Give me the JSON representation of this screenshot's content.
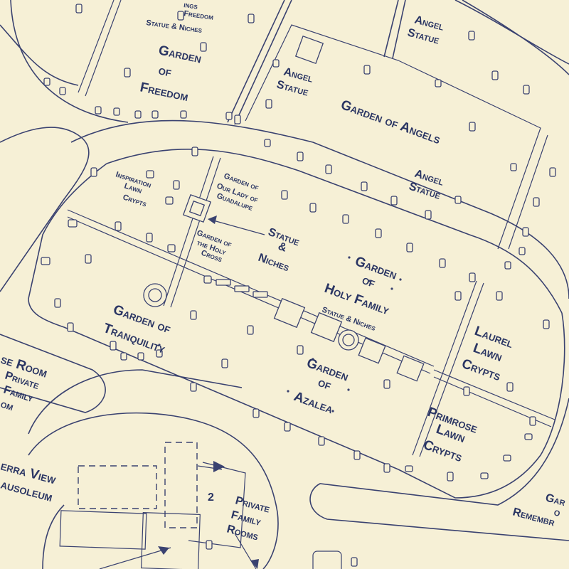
{
  "labels": {
    "statue_niches_top": "Statue & Niches",
    "freedom_top": "Freedom",
    "springs": "ings",
    "garden_of_freedom": [
      "Garden",
      "of",
      "Freedom"
    ],
    "angel_statue_1": [
      "Angel",
      "Statue"
    ],
    "angel_statue_2": [
      "Angel",
      "Statue"
    ],
    "angel_statue_3": [
      "Angel",
      "Statue"
    ],
    "garden_of_angels": "Garden of Angels",
    "inspiration": [
      "Inspiration",
      "Lawn",
      "Crypts"
    ],
    "guadalupe": [
      "Garden of",
      "Our Lady of",
      "Guadalupe"
    ],
    "holy_cross": [
      "Garden of",
      "the Holy",
      "Cross"
    ],
    "statue_and_niches": [
      "Statue",
      "&",
      "Niches"
    ],
    "holy_family": [
      "Garden",
      "of",
      "Holy Family"
    ],
    "holy_family_statue": "Statue & Niches",
    "tranquility": [
      "Garden of",
      "Tranquility"
    ],
    "azalea": [
      "Garden",
      "of",
      "Azalea"
    ],
    "laurel": [
      "Laurel",
      "Lawn",
      "Crypts"
    ],
    "primrose": [
      "Primrose",
      "Lawn",
      "Crypts"
    ],
    "rose_room": [
      "se Room",
      "Private",
      "Family",
      "om"
    ],
    "sierra_view": [
      "erra View",
      "ausoleum"
    ],
    "private_family_rooms": [
      "Private",
      "Family",
      "Rooms"
    ],
    "room_number": "2",
    "remembrance": [
      "Gar",
      "o",
      "Remembr"
    ]
  },
  "colors": {
    "paper": "#f6f0d6",
    "ink": "#2a3563"
  }
}
